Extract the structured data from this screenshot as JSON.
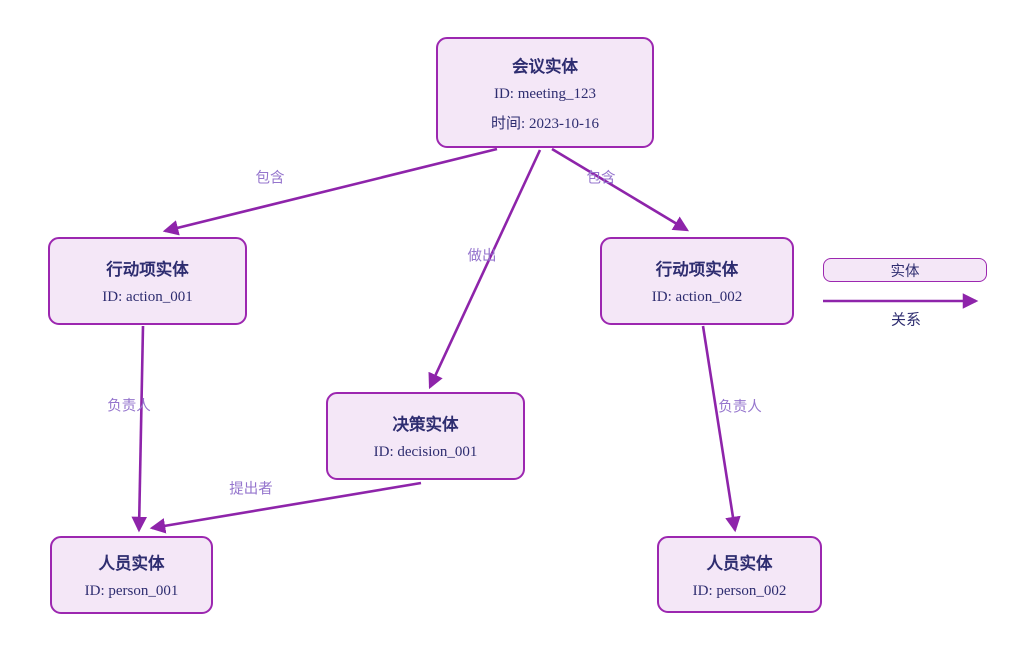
{
  "diagram": {
    "nodes": {
      "meeting": {
        "title": "会议实体",
        "lines": [
          "ID: meeting_123",
          "时间: 2023-10-16"
        ]
      },
      "action1": {
        "title": "行动项实体",
        "lines": [
          "ID: action_001"
        ]
      },
      "action2": {
        "title": "行动项实体",
        "lines": [
          "ID: action_002"
        ]
      },
      "decision": {
        "title": "决策实体",
        "lines": [
          "ID: decision_001"
        ]
      },
      "person1": {
        "title": "人员实体",
        "lines": [
          "ID: person_001"
        ]
      },
      "person2": {
        "title": "人员实体",
        "lines": [
          "ID: person_002"
        ]
      }
    },
    "edges": {
      "contains_left": {
        "label": "包含",
        "from": "meeting",
        "to": "action1"
      },
      "contains_right": {
        "label": "包含",
        "from": "meeting",
        "to": "action2"
      },
      "makes": {
        "label": "做出",
        "from": "meeting",
        "to": "decision"
      },
      "owner_left": {
        "label": "负责人",
        "from": "action1",
        "to": "person1"
      },
      "owner_right": {
        "label": "负责人",
        "from": "action2",
        "to": "person2"
      },
      "proposer": {
        "label": "提出者",
        "from": "decision",
        "to": "person1"
      }
    },
    "legend": {
      "entity_label": "实体",
      "relation_label": "关系"
    }
  },
  "colors": {
    "node_fill": "#f4e7f7",
    "node_border": "#9c27b0",
    "line": "#8e24aa",
    "edge_label": "#9575cd",
    "text": "#2e2d70"
  }
}
